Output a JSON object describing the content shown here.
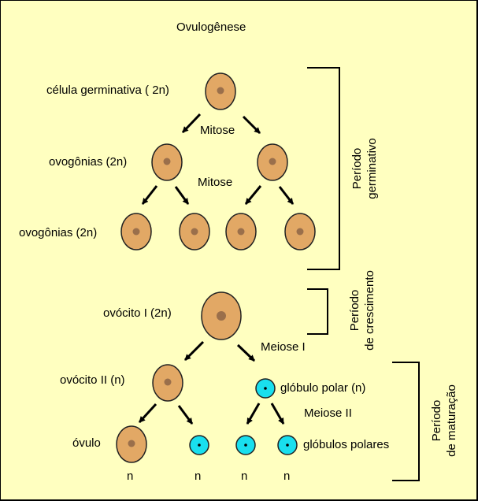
{
  "diagram": {
    "title": "Ovulogênese",
    "colors": {
      "background": "#ffffc0",
      "cell_fill": "#e2a865",
      "cell_stroke": "#222222",
      "nucleus": "#9a6f4b",
      "polar_fill": "#19dfee",
      "polar_nucleus": "#000000",
      "arrow": "#000000",
      "bracket": "#000000"
    },
    "labels": {
      "germ_cell": "célula germinativa ( 2n)",
      "mitosis_1": "Mitose",
      "oogonia_1": "ovogônias (2n)",
      "mitosis_2": "Mitose",
      "oogonia_2": "ovogônias (2n)",
      "oocyte_1": "ovócito I (2n)",
      "meiosis_1": "Meiose I",
      "oocyte_2": "ovócito II (n)",
      "polar_body": "glóbulo polar (n)",
      "meiosis_2": "Meiose II",
      "ovum": "óvulo",
      "polar_bodies": "glóbulos polares",
      "n1": "n",
      "n2": "n",
      "n3": "n",
      "n4": "n"
    },
    "periods": {
      "germinative": [
        "Período",
        "germinativo"
      ],
      "growth": [
        "Período",
        "de crescimento"
      ],
      "maturation": [
        "Período",
        "de maturação"
      ]
    }
  }
}
